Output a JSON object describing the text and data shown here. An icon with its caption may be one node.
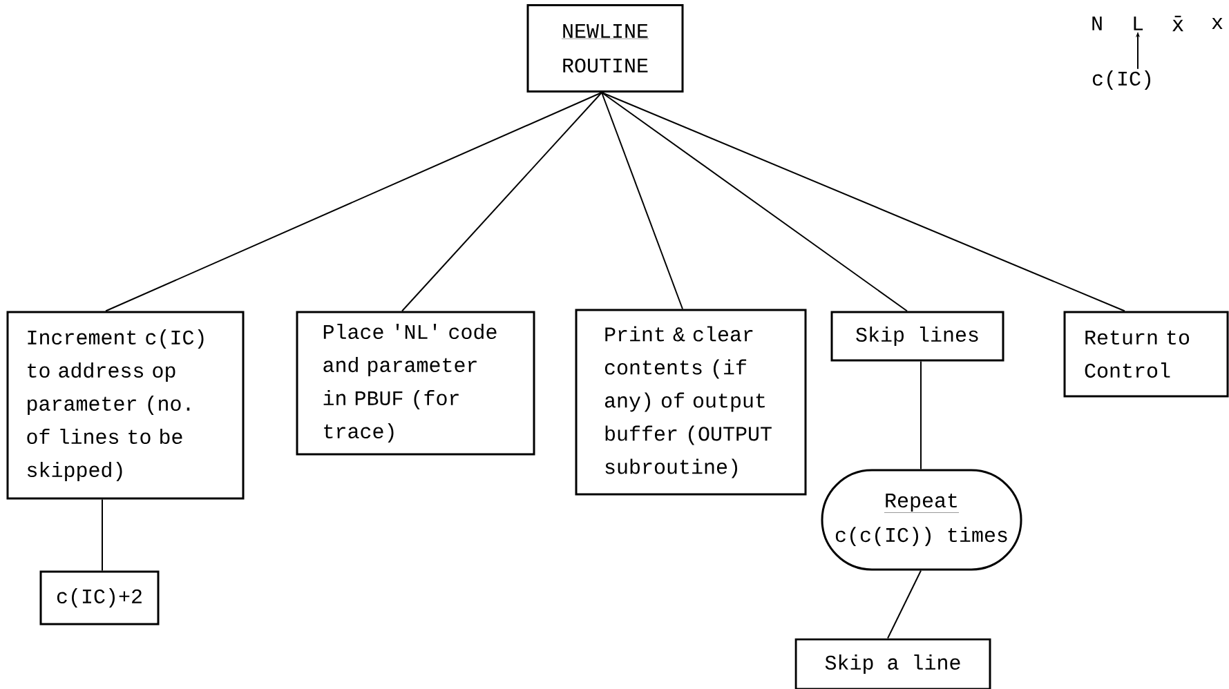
{
  "diagram": {
    "nodes": [
      {
        "text": [
          "NEWLINE",
          "ROUTINE"
        ]
      },
      {
        "text": [
          "Increment c(IC) to address op parameter (no. of lines to be skipped)"
        ]
      },
      {
        "text": [
          "c(IC)+2"
        ]
      },
      {
        "text": [
          "Place 'NL' code and parameter in PBUF (for trace)"
        ]
      },
      {
        "text": [
          "Print & clear contents (if any) of output buffer (OUTPUT subroutine)"
        ]
      },
      {
        "text": [
          "Skip lines"
        ]
      },
      {
        "text": [
          "Repeat",
          "c(c(IC)) times"
        ]
      },
      {
        "text": [
          "Skip a line"
        ]
      },
      {
        "text": [
          "Return to Control"
        ]
      },
      {
        "text": [
          "L"
        ]
      },
      {
        "text": [
          "c(IC)"
        ]
      }
    ],
    "edges": [
      {
        "from": 0,
        "to": 1,
        "arrow": "none"
      },
      {
        "from": 0,
        "to": 3,
        "arrow": "none"
      },
      {
        "from": 0,
        "to": 4,
        "arrow": "none"
      },
      {
        "from": 0,
        "to": 5,
        "arrow": "none"
      },
      {
        "from": 0,
        "to": 8,
        "arrow": "none"
      },
      {
        "from": 1,
        "to": 2,
        "arrow": "none"
      },
      {
        "from": 5,
        "to": 6,
        "arrow": "none"
      },
      {
        "from": 6,
        "to": 7,
        "arrow": "none"
      },
      {
        "from": 10,
        "to": 9,
        "arrow": "to"
      }
    ],
    "labels": [
      "N",
      "x̄",
      "x"
    ]
  }
}
